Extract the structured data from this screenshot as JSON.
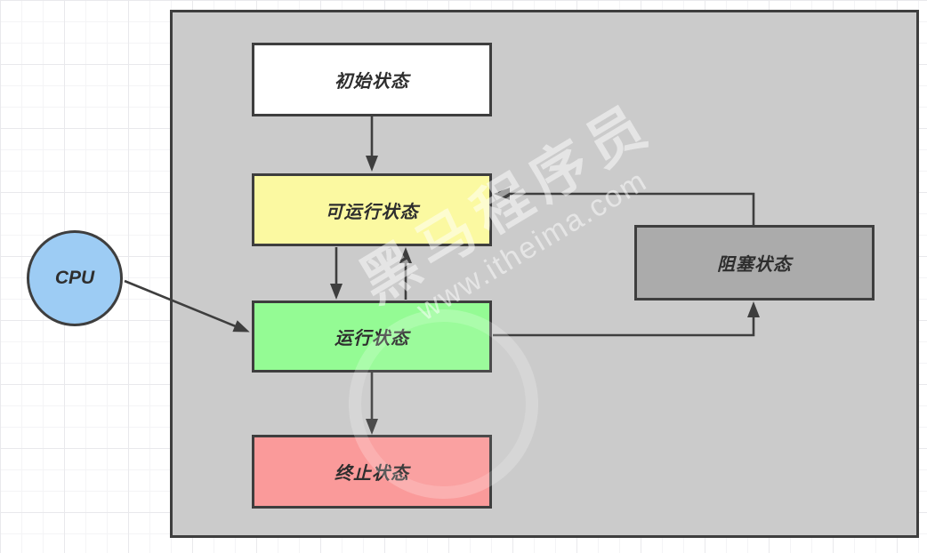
{
  "diagram": {
    "panel": {
      "bg": "#cbcbcb"
    },
    "nodes": {
      "initial": {
        "label": "初始状态",
        "fill": "#ffffff"
      },
      "runnable": {
        "label": "可运行状态",
        "fill": "#fbf9a1"
      },
      "running": {
        "label": "运行状态",
        "fill": "#94fb94"
      },
      "terminated": {
        "label": "终止状态",
        "fill": "#fa9a9a"
      },
      "blocked": {
        "label": "阻塞状态",
        "fill": "#ababab"
      },
      "cpu": {
        "label": "CPU",
        "fill": "#9dccf4"
      }
    },
    "edges": [
      {
        "from": "initial",
        "to": "runnable"
      },
      {
        "from": "runnable",
        "to": "running"
      },
      {
        "from": "running",
        "to": "runnable"
      },
      {
        "from": "running",
        "to": "terminated"
      },
      {
        "from": "running",
        "to": "blocked"
      },
      {
        "from": "blocked",
        "to": "runnable"
      },
      {
        "from": "cpu",
        "to": "running"
      }
    ],
    "colors": {
      "border": "#3e3e3e",
      "arrow": "#3e3e3e",
      "panel_bg": "#cbcbcb"
    }
  },
  "watermark": {
    "brand": "黑马程序员",
    "url": "www.itheima.com"
  }
}
